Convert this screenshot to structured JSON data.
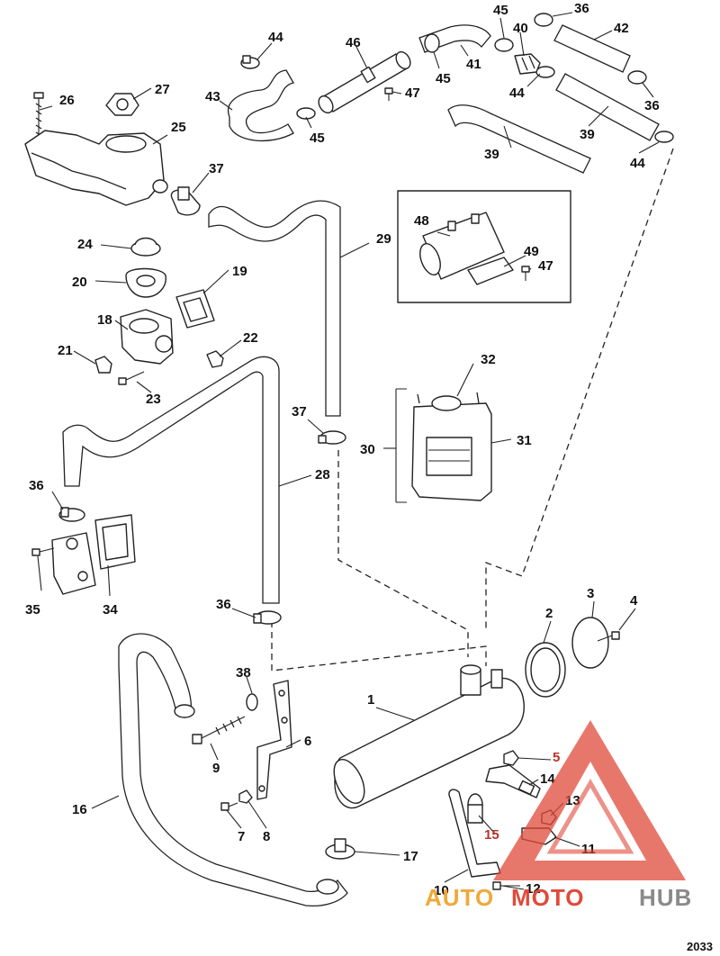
{
  "figure_number": "2033",
  "watermark": {
    "text_part1": "AUTO",
    "text_part2": "MOTO",
    "text_part3": "HUB",
    "color_orange": "#f0a93a",
    "color_red": "#e04a3a",
    "color_gray": "#8a8a8a"
  },
  "callouts": {
    "c1": "1",
    "c2": "2",
    "c3": "3",
    "c4": "4",
    "c5": "5",
    "c6": "6",
    "c7": "7",
    "c8": "8",
    "c9": "9",
    "c10": "10",
    "c11": "11",
    "c12": "12",
    "c13": "13",
    "c14": "14",
    "c15": "15",
    "c16": "16",
    "c17": "17",
    "c18": "18",
    "c19": "19",
    "c20": "20",
    "c21": "21",
    "c22": "22",
    "c23": "23",
    "c24": "24",
    "c25": "25",
    "c26": "26",
    "c27": "27",
    "c28": "28",
    "c29": "29",
    "c30": "30",
    "c31": "31",
    "c32": "32",
    "c34": "34",
    "c35": "35",
    "c36": "36",
    "c37": "37",
    "c38": "38",
    "c39": "39",
    "c40": "40",
    "c41": "41",
    "c42": "42",
    "c43": "43",
    "c44": "44",
    "c45": "45",
    "c46": "46",
    "c47": "47",
    "c48": "48",
    "c49": "49"
  }
}
